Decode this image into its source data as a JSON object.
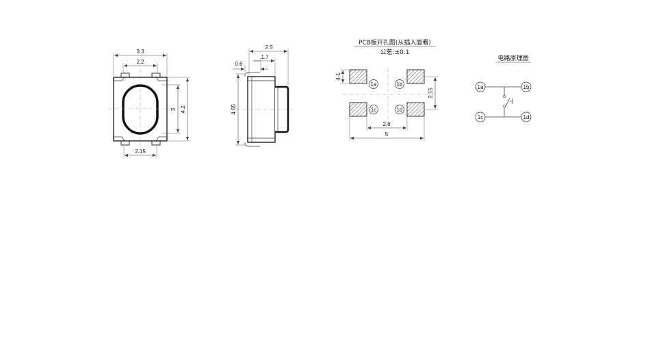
{
  "top_view": {
    "width_outer": "3.3",
    "width_inner": "2.2",
    "width_bottom": "2.15",
    "height_inner": "3",
    "height_outer": "4.2"
  },
  "side_view": {
    "overall": "2.5",
    "body": "1.7",
    "terminal": "0.6",
    "height": "4.65"
  },
  "pcb": {
    "title": "PCB板开孔图(从插入面看)",
    "tolerance": "公差:±0.1",
    "pad_height": "4-1",
    "pad_pitch_v": "2.15",
    "inner_span": "2.6",
    "outer_span": "5",
    "pads": [
      "1a",
      "1b",
      "1c",
      "1d"
    ],
    "colors": {
      "pad_hatch": "#555555",
      "outline": "#333333"
    }
  },
  "circuit": {
    "title": "电路原理图",
    "nodes": [
      "1a",
      "1b",
      "1c",
      "1d"
    ]
  }
}
